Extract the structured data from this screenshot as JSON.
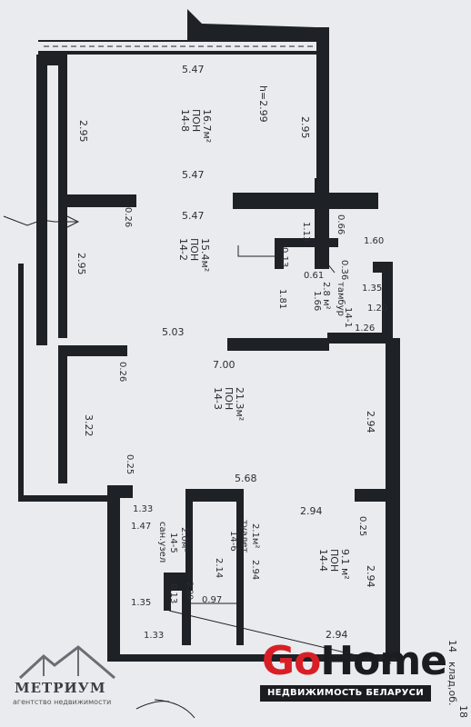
{
  "plan": {
    "ceiling_height": "h=2.99",
    "rooms": [
      {
        "id": "14-8",
        "label": "ПОН",
        "area": "16.7м²"
      },
      {
        "id": "14-2",
        "label": "ПОН",
        "area": "15.4м²"
      },
      {
        "id": "14-3",
        "label": "ПОН",
        "area": "21.3м²"
      },
      {
        "id": "14-4",
        "label": "ПОН",
        "area": "9.1 м²"
      },
      {
        "id": "14-5",
        "label": "сан.узел",
        "area": "2.0м²"
      },
      {
        "id": "14-6",
        "label": "туалет",
        "area": "2.1м²"
      },
      {
        "id": "14-1",
        "label": "тамбур",
        "area": "2.8 м²"
      }
    ],
    "dimensions": [
      "5.47",
      "2.95",
      "2.99",
      "2.95",
      "5.47",
      "0.26",
      "5.47",
      "1.13",
      "0.66",
      "1.60",
      "0.13",
      "0.61",
      "1.81",
      "0.36",
      "1.66",
      "1.35",
      "1.20",
      "1.26",
      "2.95",
      "5.03",
      "0.26",
      "7.00",
      "3.22",
      "2.94",
      "0.25",
      "5.68",
      "1.33",
      "1.47",
      "2.94",
      "0.25",
      "2.14",
      "2.94",
      "2.94",
      "0.13",
      "0.97",
      "1.35",
      "1.33",
      "2.94"
    ],
    "partial_texts": [
      "14",
      "клад,об.",
      "18"
    ]
  },
  "brands": {
    "metrium": {
      "name": "МЕТРИУМ",
      "tagline": "агентство недвижимости"
    },
    "gohome": {
      "part1": "Go",
      "part2": "Home",
      "tagline": "НЕДВИЖИМОСТЬ БЕЛАРУСИ"
    }
  },
  "colors": {
    "ink": "#2a2d33",
    "paper": "#e9ebee",
    "gohome_red": "#d91f26",
    "gohome_black": "#1b1c1f"
  }
}
